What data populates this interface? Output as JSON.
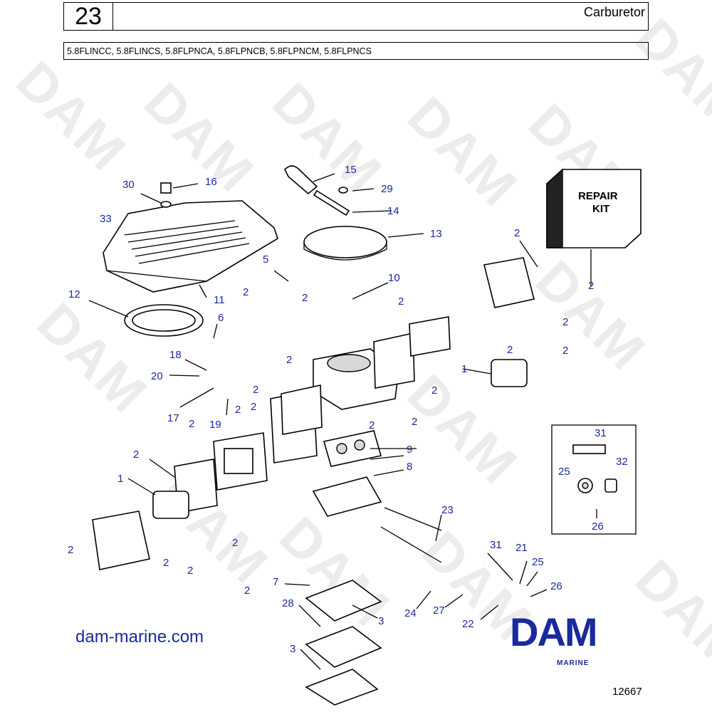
{
  "header": {
    "section_number": "23",
    "title": "Carburetor",
    "models": "5.8FLINCC, 5.8FLINCS, 5.8FLPNCA, 5.8FLPNCB, 5.8FLPNCM, 5.8FLPNCS"
  },
  "watermark": "DAM",
  "diagram": {
    "repair_kit_label_1": "REPAIR",
    "repair_kit_label_2": "KIT",
    "callouts": [
      "15",
      "16",
      "29",
      "30",
      "14",
      "33",
      "13",
      "5",
      "10",
      "2",
      "12",
      "11",
      "6",
      "18",
      "20",
      "17",
      "19",
      "1",
      "9",
      "8",
      "23",
      "31",
      "21",
      "25",
      "26",
      "7",
      "28",
      "3",
      "24",
      "27",
      "22",
      "32"
    ]
  },
  "footer": {
    "website": "dam-marine.com",
    "brand": "DAM",
    "brand_sub": "MARINE",
    "reference_number": "12667"
  },
  "colors": {
    "callout": "#1a2a9c",
    "brand": "#1a2a9c"
  }
}
